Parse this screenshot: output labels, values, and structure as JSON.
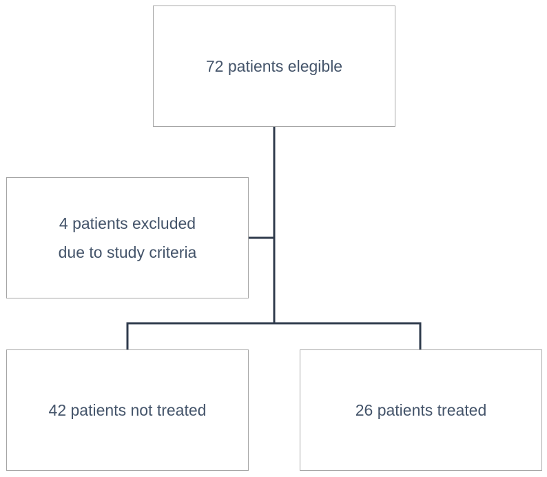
{
  "flowchart": {
    "eligible": "72 patients elegible",
    "excluded_line1": "4 patients excluded",
    "excluded_line2": "due to study criteria",
    "not_treated": "42 patients not treated",
    "treated": "26 patients treated"
  },
  "colors": {
    "line": "#2f3b4c",
    "box_border": "#a6a6a6",
    "text": "#44546a"
  }
}
